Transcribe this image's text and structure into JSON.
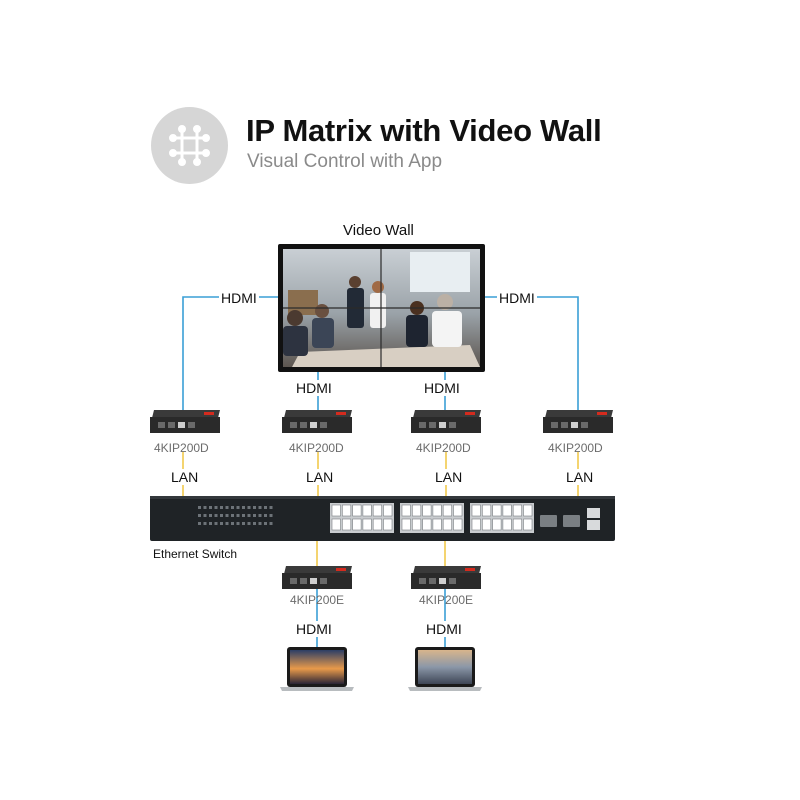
{
  "header": {
    "title": "IP Matrix with Video Wall",
    "subtitle": "Visual Control with App",
    "logo_icon": "network-matrix-icon"
  },
  "video_wall": {
    "label": "Video Wall"
  },
  "connections": {
    "hdmi": "HDMI",
    "lan": "LAN"
  },
  "decoders": [
    "4KIP200D",
    "4KIP200D",
    "4KIP200D",
    "4KIP200D"
  ],
  "encoders": [
    "4KIP200E",
    "4KIP200E"
  ],
  "switch": {
    "label": "Ethernet Switch"
  },
  "colors": {
    "hdmi_line": "#3a9fd6",
    "lan_line": "#f2c94c",
    "logo_bg": "#d6d6d6",
    "device_body": "#2a2a2a",
    "device_accent": "#d52b1e"
  }
}
